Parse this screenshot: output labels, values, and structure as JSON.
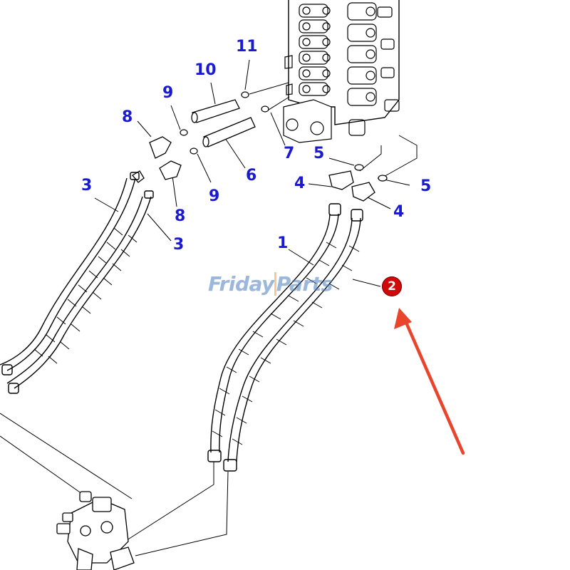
{
  "callouts": [
    {
      "id": "c1",
      "text": "1"
    },
    {
      "id": "c3a",
      "text": "3"
    },
    {
      "id": "c3b",
      "text": "3"
    },
    {
      "id": "c4a",
      "text": "4"
    },
    {
      "id": "c4b",
      "text": "4"
    },
    {
      "id": "c5a",
      "text": "5"
    },
    {
      "id": "c5b",
      "text": "5"
    },
    {
      "id": "c6",
      "text": "6"
    },
    {
      "id": "c7",
      "text": "7"
    },
    {
      "id": "c8a",
      "text": "8"
    },
    {
      "id": "c8b",
      "text": "8"
    },
    {
      "id": "c9a",
      "text": "9"
    },
    {
      "id": "c9b",
      "text": "9"
    },
    {
      "id": "c10",
      "text": "10"
    },
    {
      "id": "c11",
      "text": "11"
    }
  ],
  "highlight_badge": {
    "text": "2"
  },
  "watermark": {
    "brand_left": "Friday",
    "brand_right": "Parts"
  },
  "colors": {
    "callout": "#1a1ad0",
    "line": "#000000",
    "badge": "#d00a0a",
    "arrow": "#e8452c",
    "watermark_blue": "#4a7ec0",
    "watermark_orange": "#e8a040"
  }
}
